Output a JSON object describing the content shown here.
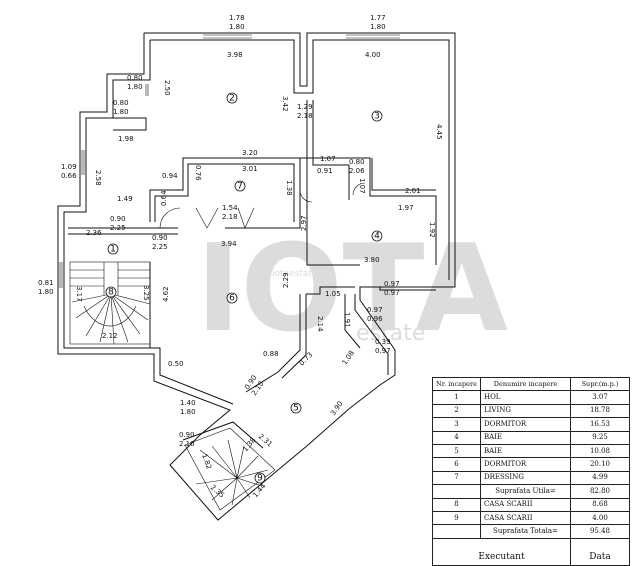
{
  "watermark": {
    "brand": "IOTA",
    "sub": "estate",
    "site": "iotaestate.ro"
  },
  "rooms": [
    {
      "num": "1"
    },
    {
      "num": "2"
    },
    {
      "num": "3"
    },
    {
      "num": "4"
    },
    {
      "num": "5"
    },
    {
      "num": "6"
    },
    {
      "num": "7"
    },
    {
      "num": "8"
    },
    {
      "num": "9"
    }
  ],
  "dimensions": [
    "1.78",
    "1.80",
    "1.77",
    "1.80",
    "3.98",
    "4.00",
    "0.80",
    "1.80",
    "2.50",
    "0.80",
    "1.80",
    "3.42",
    "1.29",
    "2.18",
    "4.45",
    "1.98",
    "1.09",
    "0.66",
    "2.58",
    "3.20",
    "3.01",
    "0.94",
    "0.76",
    "1.38",
    "1.07",
    "0.91",
    "0.80",
    "2.06",
    "1.07",
    "2.01",
    "1.49",
    "0.64",
    "1.54",
    "2.18",
    "2.97",
    "1.97",
    "1.92",
    "0.90",
    "2.25",
    "2.36",
    "0.90",
    "2.25",
    "3.94",
    "3.80",
    "0.81",
    "1.80",
    "3.17",
    "3.25",
    "4.62",
    "2.29",
    "0.97",
    "0.97",
    "1.05",
    "0.97",
    "0.96",
    "1.91",
    "2.14",
    "0.39",
    "0.97",
    "2.12",
    "0.88",
    "0.73",
    "1.08",
    "0.50",
    "0.90",
    "2.10",
    "1.40",
    "1.80",
    "3.90",
    "0.90",
    "2.10",
    "2.31",
    "1.82",
    "1.38",
    "2.35",
    "1.44"
  ],
  "table": {
    "headers": [
      "Nr. incapere",
      "Denumire incapere",
      "Supr.(m.p.)"
    ],
    "rows": [
      {
        "nr": "1",
        "name": "HOL",
        "area": "3.07"
      },
      {
        "nr": "2",
        "name": "LIVING",
        "area": "18.78"
      },
      {
        "nr": "3",
        "name": "DORMITOR",
        "area": "16.53"
      },
      {
        "nr": "4",
        "name": "BAIE",
        "area": "9.25"
      },
      {
        "nr": "5",
        "name": "BAIE",
        "area": "10.08"
      },
      {
        "nr": "6",
        "name": "DORMITOR",
        "area": "20.10"
      },
      {
        "nr": "7",
        "name": "DRESSING",
        "area": "4.99"
      }
    ],
    "subtotal": {
      "label": "Suprafata Utila=",
      "value": "82.80"
    },
    "rows2": [
      {
        "nr": "8",
        "name": "CASA SCARII",
        "area": "8.68"
      },
      {
        "nr": "9",
        "name": "CASA SCARII",
        "area": "4.00"
      }
    ],
    "total": {
      "label": "Suprafata Totala=",
      "value": "95.48"
    },
    "footer": {
      "left": "Executant",
      "right": "Data"
    }
  }
}
